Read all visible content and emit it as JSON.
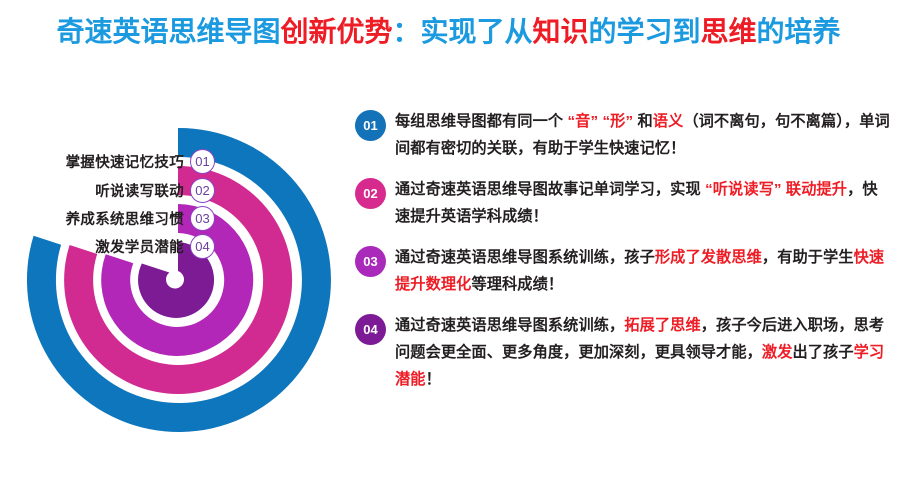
{
  "title": {
    "segments": [
      {
        "text": "奇速英语思维导图",
        "color": "blue"
      },
      {
        "text": "创新优势",
        "color": "red"
      },
      {
        "text": "：实现了从",
        "color": "blue"
      },
      {
        "text": "知识",
        "color": "red"
      },
      {
        "text": "的学习到",
        "color": "blue"
      },
      {
        "text": "思维",
        "color": "red"
      },
      {
        "text": "的培养",
        "color": "blue"
      }
    ],
    "blue_hex": "#1b9ae0",
    "red_hex": "#ee1c25"
  },
  "spiral": {
    "rings": [
      {
        "number": "01",
        "label": "掌握快速记忆技巧",
        "color": "#0d76bd"
      },
      {
        "number": "02",
        "label": "听说读写联动",
        "color": "#d12a90"
      },
      {
        "number": "03",
        "label": "养成系统思维习惯",
        "color": "#b327b8"
      },
      {
        "number": "04",
        "label": "激发学员潜能",
        "color": "#7c1b94"
      }
    ],
    "badge_outline_hex": "#8b44c4",
    "badge_text_hex": "#6a3fa0"
  },
  "items": [
    {
      "number": "01",
      "badge_color": "#1372b8",
      "runs": [
        {
          "text": "每组思维导图都有同一个 ",
          "hl": false
        },
        {
          "text": "“音” “形” ",
          "hl": true
        },
        {
          "text": "和",
          "hl": false
        },
        {
          "text": "语义",
          "hl": true
        },
        {
          "text": "（词不离句，句不离篇），单词间都有密切的关联，有助于学生快速记忆！",
          "hl": false
        }
      ]
    },
    {
      "number": "02",
      "badge_color": "#d62a8f",
      "runs": [
        {
          "text": "通过奇速英语思维导图故事记单词学习，实现 ",
          "hl": false
        },
        {
          "text": "“听说读写” 联动提升",
          "hl": true
        },
        {
          "text": "，快速提升英语学科成绩！",
          "hl": false
        }
      ]
    },
    {
      "number": "03",
      "badge_color": "#a829ba",
      "runs": [
        {
          "text": "通过奇速英语思维导图系统训练，孩子",
          "hl": false
        },
        {
          "text": "形成了发散思维",
          "hl": true
        },
        {
          "text": "，有助于学生",
          "hl": false
        },
        {
          "text": "快速提升数理化",
          "hl": true
        },
        {
          "text": "等理科成绩！",
          "hl": false
        }
      ]
    },
    {
      "number": "04",
      "badge_color": "#7d1a96",
      "runs": [
        {
          "text": "通过奇速英语思维导图系统训练，",
          "hl": false
        },
        {
          "text": "拓展了思维",
          "hl": true
        },
        {
          "text": "，孩子今后进入职场，思考问题会更全面、更多角度，更加深刻，更具领导才能，",
          "hl": false
        },
        {
          "text": "激发",
          "hl": true
        },
        {
          "text": "出了孩子",
          "hl": false
        },
        {
          "text": "学习潜能",
          "hl": true
        },
        {
          "text": "！",
          "hl": false
        }
      ]
    }
  ]
}
